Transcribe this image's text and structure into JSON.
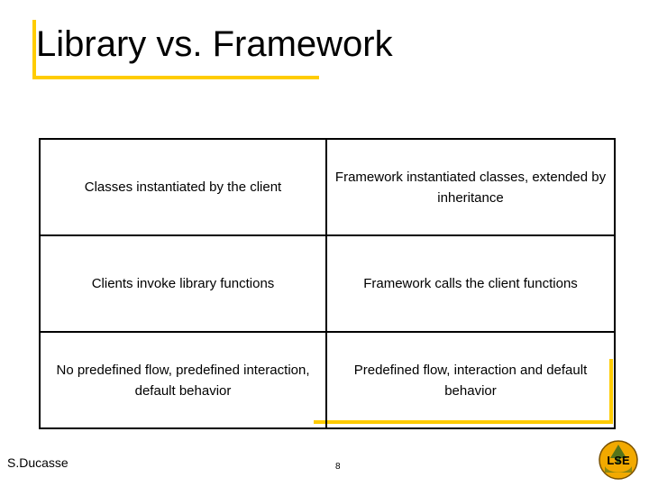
{
  "slide": {
    "title": "Library vs. Framework",
    "accent_color": "#ffcc00",
    "table": {
      "rows": [
        {
          "left": "Classes instantiated by the client",
          "right": "Framework instantiated classes, extended by inheritance"
        },
        {
          "left": "Clients invoke library functions",
          "right": "Framework calls the client functions"
        },
        {
          "left": "No predefined flow, predefined interaction, default behavior",
          "right": "Predefined flow, interaction and default behavior"
        }
      ]
    },
    "footer": {
      "author": "S.Ducasse",
      "page_number": "8"
    },
    "logo": {
      "name": "lse-logo",
      "text": "LSE"
    }
  }
}
